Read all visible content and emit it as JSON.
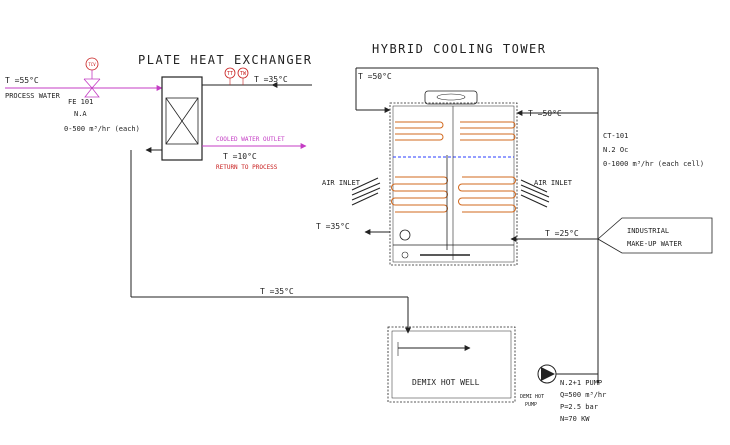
{
  "titles": {
    "plate_heat_exchanger": "PLATE HEAT EXCHANGER",
    "hybrid_cooling_tower": "HYBRID COOLING TOWER"
  },
  "left": {
    "t_in": "T =55°C",
    "process_water": "PROCESS WATER",
    "tag": "FE 101",
    "tag_no": "N.A",
    "flow": "0-500 m³/hr (each)",
    "tcv_symbol": "TCV",
    "t_after_phe": "T =35°C"
  },
  "outlet": {
    "cooled_water_outlet": "COOLED WATER OUTLET",
    "t_out": "T =10°C",
    "return_to_process": "RETURN TO PROCESS"
  },
  "tower": {
    "t_top": "T =50°C",
    "t_inner": "T =50°C",
    "t_bottom": "T =35°C",
    "t_makeup": "T =25°C",
    "air_inlet_left": "AIR INLET",
    "air_inlet_right": "AIR INLET"
  },
  "cooling_tower_spec": {
    "tag": "CT-101",
    "qty": "N.2 Oc",
    "capacity": "0-1000 m³/hr (each cell)"
  },
  "makeup": {
    "line1": "INDUSTRIAL",
    "line2": "MAKE-UP WATER"
  },
  "return_line": {
    "t_return": "T =35°C"
  },
  "tank": {
    "label": "DEMIX HOT WELL"
  },
  "pump": {
    "small_label_1": "DEMI HOT",
    "small_label_2": "PUMP",
    "spec_1": "N.2+1 PUMP",
    "spec_2": "Q=500 m³/hr",
    "spec_3": "P=2.5 bar",
    "spec_4": "N=70 KW"
  },
  "instruments": {
    "tt": "TT",
    "tw": "TW"
  }
}
